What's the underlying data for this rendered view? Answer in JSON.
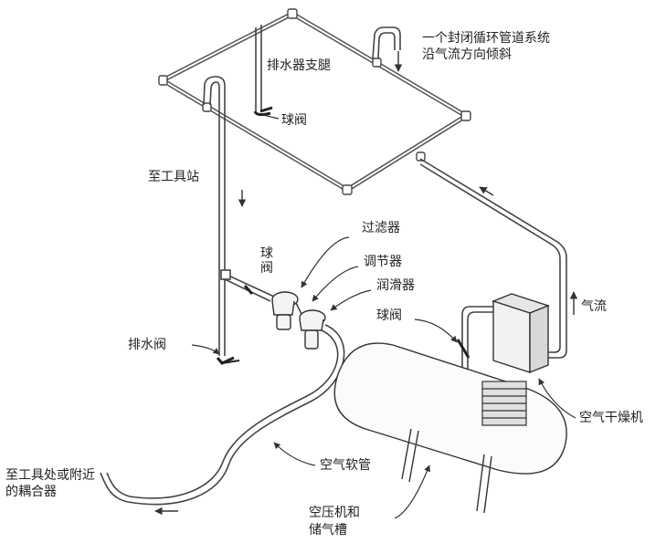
{
  "labels": {
    "loop_system": "一个封闭循环管道系统",
    "loop_slope": "沿气流方向倾斜",
    "drain_leg": "排水器支腿",
    "ball_valve_top": "球阀",
    "to_tool_station": "至工具站",
    "filter": "过滤器",
    "ball_valve_vertical": "球阀",
    "regulator": "调节器",
    "lubricator": "润滑器",
    "airflow": "气流",
    "ball_valve_right": "球阀",
    "drain_valve": "排水阀",
    "air_dryer": "空气干燥机",
    "air_hose": "空气软管",
    "to_tool_coupler": "至工具处或附近的耦合器",
    "compressor_tank": "空压机和储气槽"
  }
}
